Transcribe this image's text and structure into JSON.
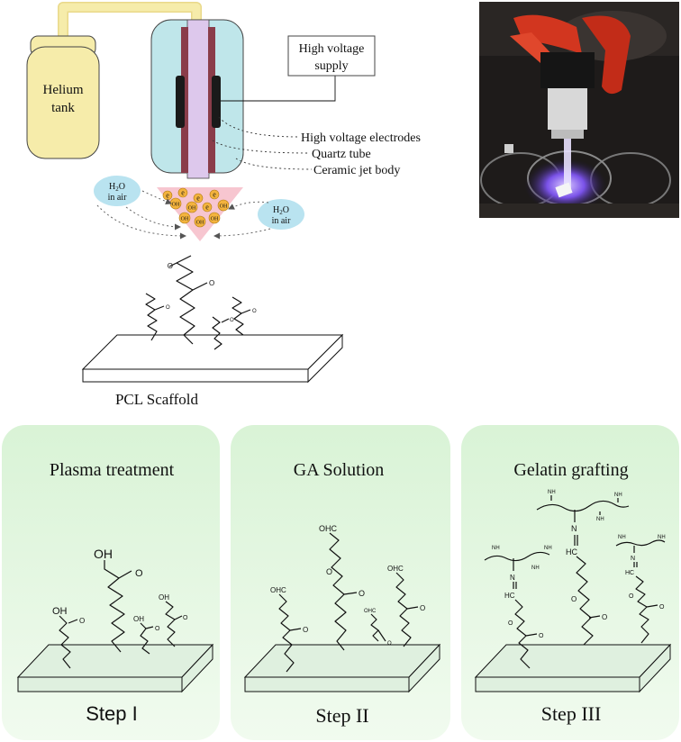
{
  "top": {
    "helium_tank": [
      "Helium",
      "tank"
    ],
    "power_supply": [
      "High voltage",
      "supply"
    ],
    "labels": {
      "electrodes": "High voltage electrodes",
      "quartz": "Quartz  tube",
      "ceramic": "Ceramic   jet body"
    },
    "water": {
      "left": {
        "formula": "H",
        "sub": "2",
        "tail": "O",
        "line2": "in air"
      },
      "right": {
        "formula": "H",
        "sub": "2",
        "tail": "O",
        "line2": "in air"
      }
    },
    "species": {
      "electron": "e",
      "radical": "OH"
    },
    "scaffold_caption": "PCL Scaffold",
    "photo_alt": "Plasma jet photo"
  },
  "steps": [
    {
      "title": "Plasma treatment",
      "caption": "Step I",
      "group_oh": "OH",
      "group_o": "O"
    },
    {
      "title": "GA Solution",
      "caption": "Step II",
      "group_ohc": "OHC",
      "group_o": "O"
    },
    {
      "title": "Gelatin grafting",
      "caption": "Step III",
      "group_nh": "NH",
      "group_n": "N",
      "group_hc": "HC",
      "group_o": "O"
    }
  ],
  "colors": {
    "tank": "#f6ecaa",
    "jet_body": "#bfe6ea",
    "quartz": "#ddc8ec",
    "electrode": "#8a3d4a",
    "plume": "#f7c6d0",
    "water": "#b9e3f0",
    "panel": "#e3f6e1",
    "scaffold": "#dff0df"
  }
}
